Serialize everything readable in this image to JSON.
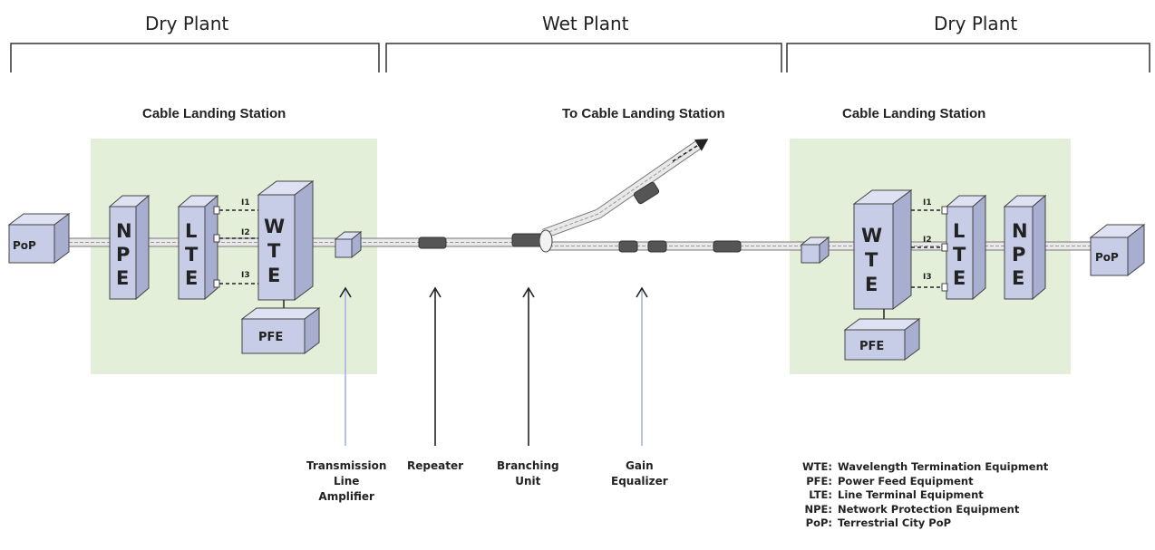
{
  "sections": {
    "dry_left": "Dry Plant",
    "wet": "Wet Plant",
    "dry_right": "Dry Plant"
  },
  "stations": {
    "left_title": "Cable Landing Station",
    "right_title": "Cable Landing Station",
    "branch_title": "To Cable Landing Station"
  },
  "blocks": {
    "pop": "PoP",
    "npe": [
      "N",
      "P",
      "E"
    ],
    "lte": [
      "L",
      "T",
      "E"
    ],
    "wte": [
      "W",
      "T",
      "E"
    ],
    "pfe": "PFE",
    "ports": [
      "I1",
      "I2",
      "I3"
    ]
  },
  "callouts": {
    "tla": [
      "Transmission",
      "Line",
      "Amplifier"
    ],
    "repeater": [
      "Repeater"
    ],
    "branching": [
      "Branching",
      "Unit"
    ],
    "gain": [
      "Gain",
      "Equalizer"
    ]
  },
  "legend": [
    {
      "abbr": "WTE:",
      "text": "Wavelength Termination Equipment"
    },
    {
      "abbr": "PFE:",
      "text": "Power Feed Equipment"
    },
    {
      "abbr": "LTE:",
      "text": "Line Terminal Equipment"
    },
    {
      "abbr": "NPE:",
      "text": "Network Protection Equipment"
    },
    {
      "abbr": "PoP:",
      "text": "Terrestrial City PoP"
    }
  ],
  "colors": {
    "station_bg": "#e3efd8",
    "box_front": "#c7cde6",
    "box_top": "#dde1f1",
    "box_side": "#a7aecf",
    "cable": "#e9e9e9",
    "arrow_blue": "#a9b2de"
  }
}
